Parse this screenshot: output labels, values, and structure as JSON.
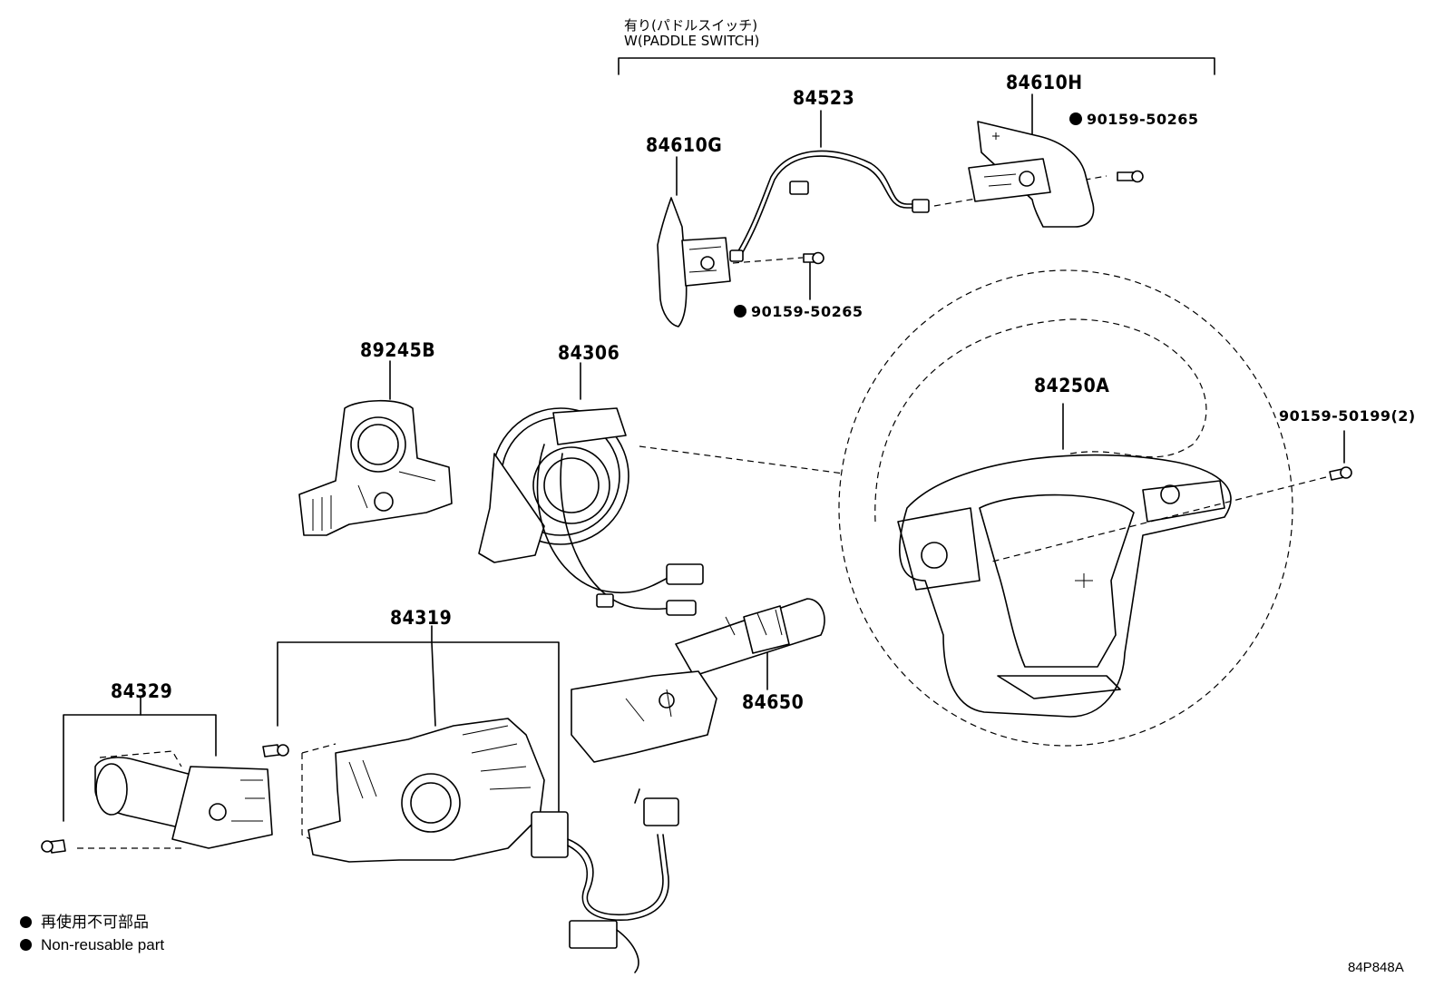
{
  "condition": {
    "line1": "有り(パドルスイッチ)",
    "line2": "W(PADDLE SWITCH)"
  },
  "parts": {
    "p84523": "84523",
    "p84610H": "84610H",
    "p84610G": "84610G",
    "p90159_50265_a": "90159-50265",
    "p90159_50265_b": "90159-50265",
    "p89245B": "89245B",
    "p84306": "84306",
    "p84250A": "84250A",
    "p90159_50199": "90159-50199(2)",
    "p84319": "84319",
    "p84329": "84329",
    "p84650": "84650"
  },
  "legend": {
    "jp": "再使用不可部品",
    "en": "Non-reusable part"
  },
  "reference": "84P848A"
}
